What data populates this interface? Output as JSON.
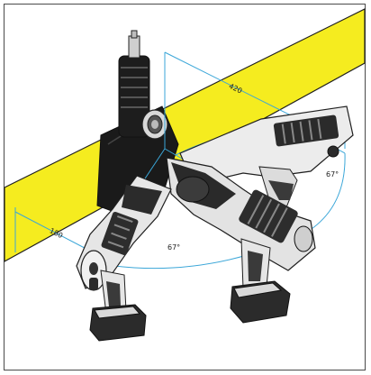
{
  "figure": {
    "dimensions": {
      "length_top": "420",
      "length_left": "180",
      "angle_right": "67°",
      "angle_bottom": "67°"
    },
    "colors": {
      "pipe": "#f5ec1f",
      "fitting": "#1a1a1a",
      "tool_body": "#e9e9e9",
      "tool_dark": "#2b2b2b",
      "dimension_line": "#3aa6d8",
      "outline": "#1f1f1f"
    },
    "icons": [
      "pipe",
      "pipe-fitting",
      "press-tool",
      "battery",
      "dimension-line",
      "angle-arc"
    ]
  }
}
